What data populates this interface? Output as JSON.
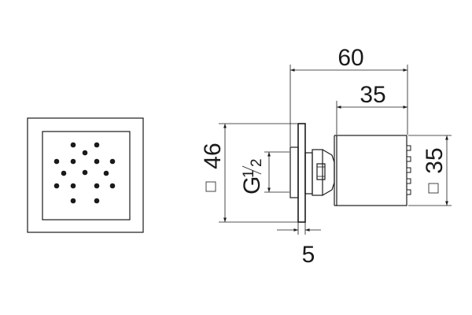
{
  "dimensions": {
    "overall_depth": "60",
    "body_depth": "35",
    "flange_size": "46",
    "body_size": "35",
    "thread_prefix": "G",
    "thread_num": "1",
    "thread_den": "2",
    "flange_thickness": "5"
  },
  "front_view": {
    "nozzle_count": 16
  },
  "colors": {
    "line": "#1a1a1a",
    "background": "#ffffff"
  }
}
